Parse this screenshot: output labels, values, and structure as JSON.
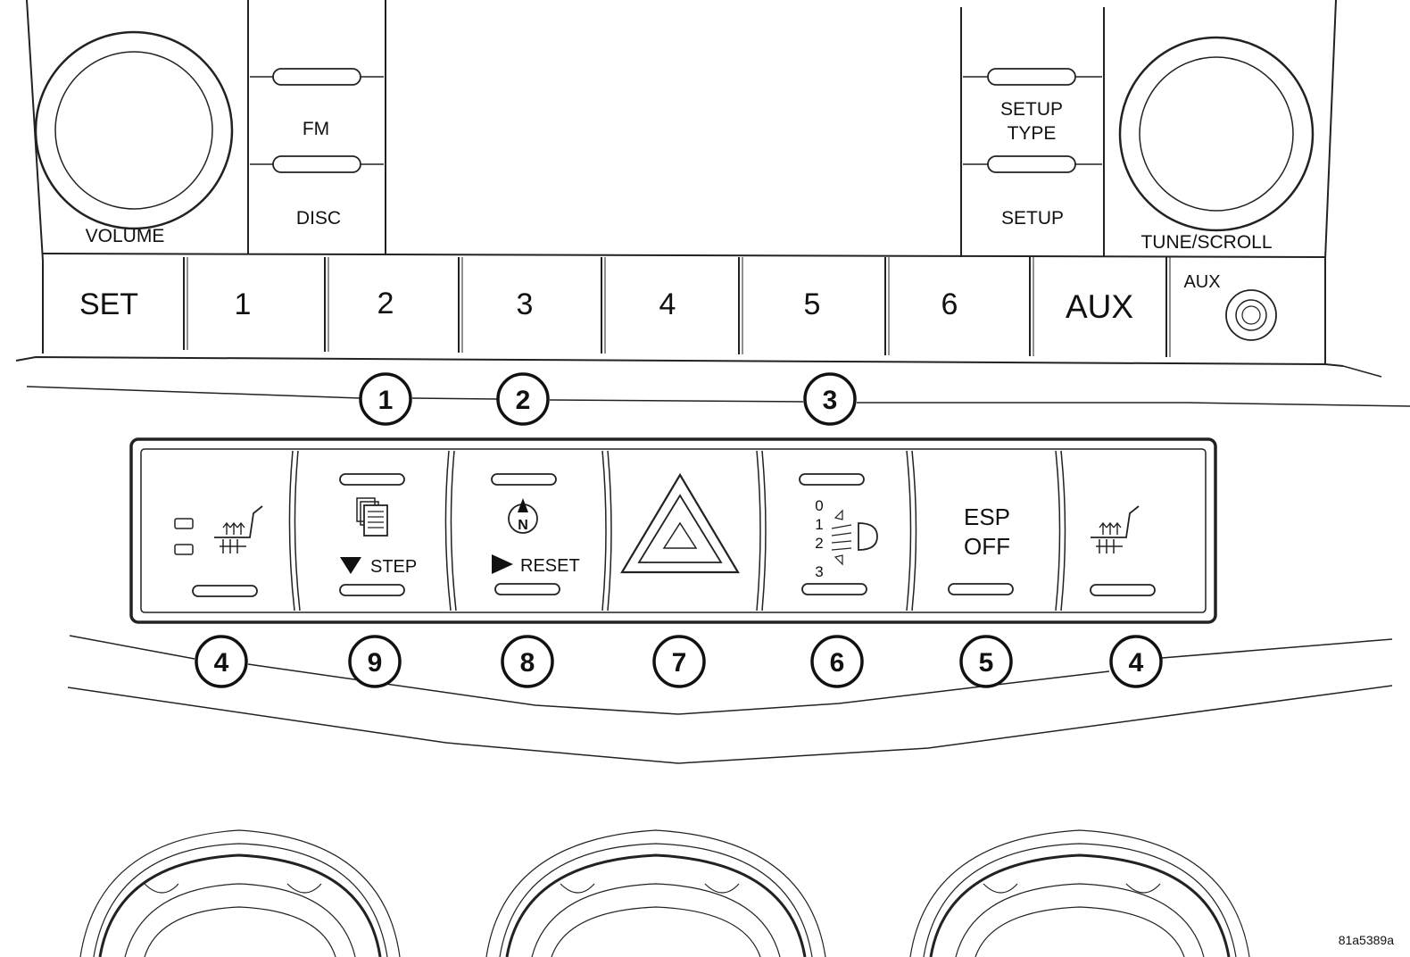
{
  "radio": {
    "volume_label": "VOLUME",
    "fm_label": "FM",
    "disc_label": "DISC",
    "setup_type_line1": "SETUP",
    "setup_type_line2": "TYPE",
    "setup_label": "SETUP",
    "tune_label": "TUNE/SCROLL",
    "aux_jack_label": "AUX",
    "preset_buttons": [
      "SET",
      "1",
      "2",
      "3",
      "4",
      "5",
      "6",
      "AUX"
    ]
  },
  "switch_bank": {
    "step_label": "STEP",
    "reset_label": "RESET",
    "compass_letter": "N",
    "headlamp_levels": [
      "0",
      "1",
      "2",
      "3"
    ],
    "esp_line1": "ESP",
    "esp_line2": "OFF"
  },
  "callouts": {
    "top": [
      "1",
      "2",
      "3"
    ],
    "bottom": [
      "4",
      "9",
      "8",
      "7",
      "6",
      "5",
      "4"
    ]
  },
  "figure_id": "81a5389a"
}
